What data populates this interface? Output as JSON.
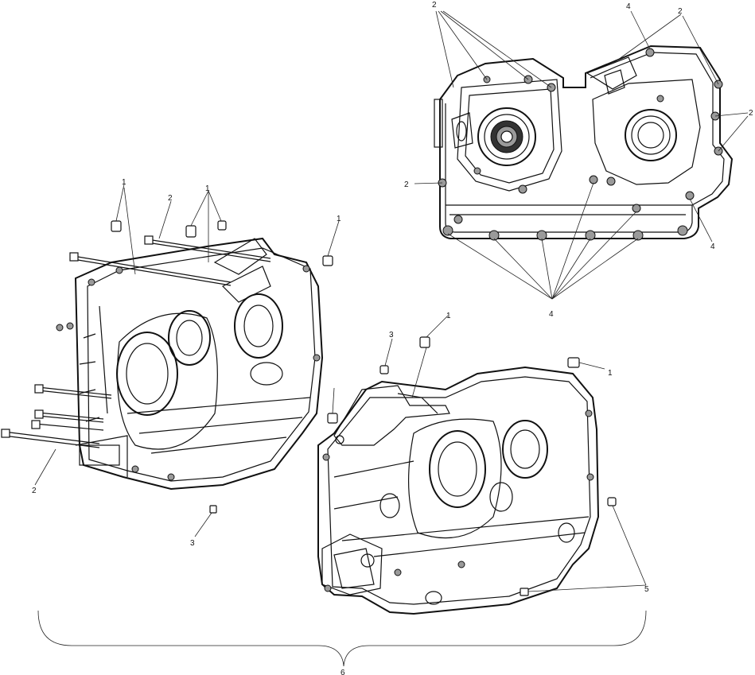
{
  "callouts": {
    "c1a": "1",
    "c1b": "1",
    "c1c": "1",
    "c1d": "1",
    "c1e": "1",
    "c2a": "2",
    "c2b": "2",
    "c2c": "2",
    "c2d": "2",
    "c2e": "2",
    "c2f": "2",
    "c3a": "3",
    "c3b": "3",
    "c4a": "4",
    "c4b": "4",
    "c4c": "4",
    "c5": "5",
    "c6": "6"
  }
}
